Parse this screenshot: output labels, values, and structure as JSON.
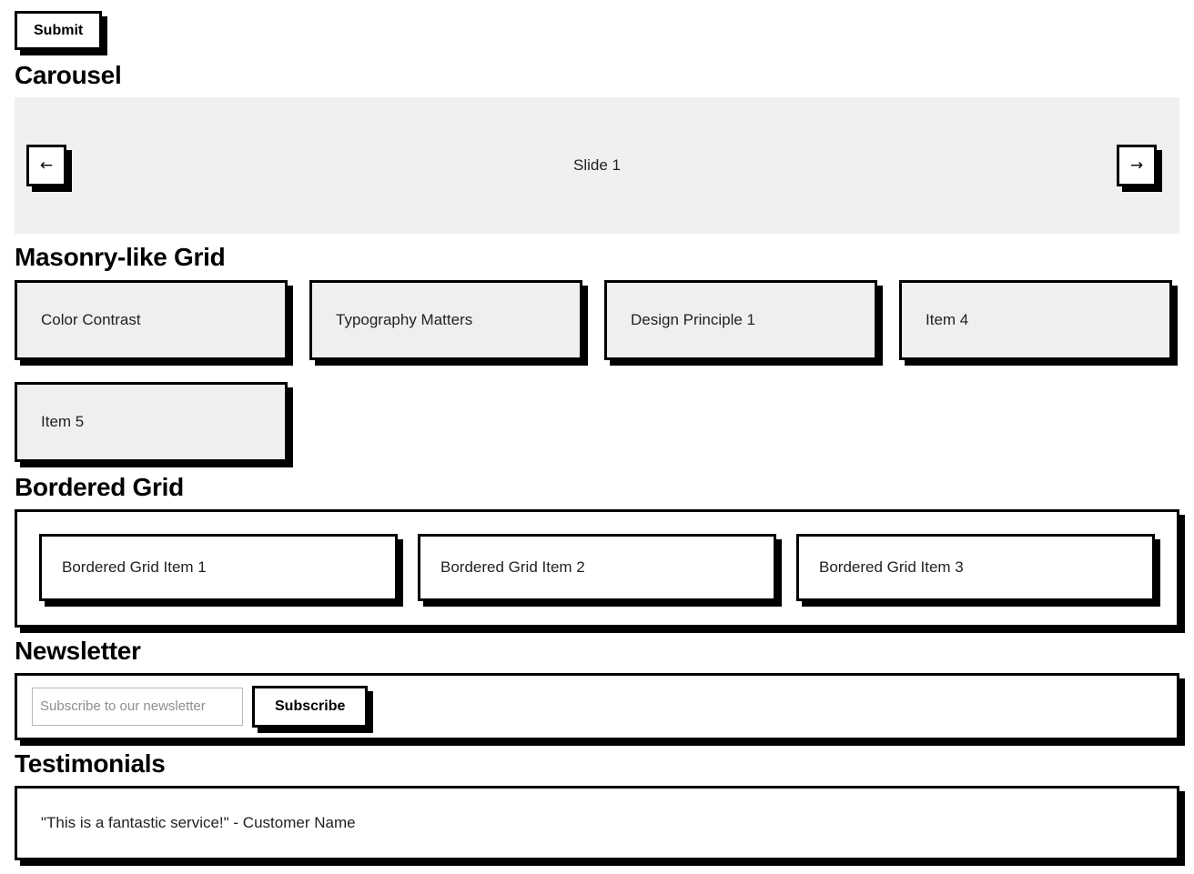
{
  "theme": {
    "accent": "#000000",
    "surface": "#ffffff",
    "muted_surface": "#efefef",
    "carousel_bg": "#f0f0f0",
    "text": "#222222",
    "placeholder": "#8e8e8e"
  },
  "form": {
    "submit_label": "Submit"
  },
  "carousel": {
    "title": "Carousel",
    "slide_label": "Slide 1",
    "prev_icon": "←",
    "next_icon": "→"
  },
  "masonry": {
    "title": "Masonry-like Grid",
    "items": [
      {
        "label": "Color Contrast"
      },
      {
        "label": "Typography Matters"
      },
      {
        "label": "Design Principle 1"
      },
      {
        "label": "Item 4"
      },
      {
        "label": "Item 5"
      }
    ]
  },
  "bordered_grid": {
    "title": "Bordered Grid",
    "items": [
      {
        "label": "Bordered Grid Item 1"
      },
      {
        "label": "Bordered Grid Item 2"
      },
      {
        "label": "Bordered Grid Item 3"
      }
    ]
  },
  "newsletter": {
    "title": "Newsletter",
    "input_placeholder": "Subscribe to our newsletter",
    "input_value": "",
    "subscribe_label": "Subscribe"
  },
  "testimonials": {
    "title": "Testimonials",
    "items": [
      {
        "quote": "\"This is a fantastic service!\" - Customer Name"
      }
    ]
  }
}
